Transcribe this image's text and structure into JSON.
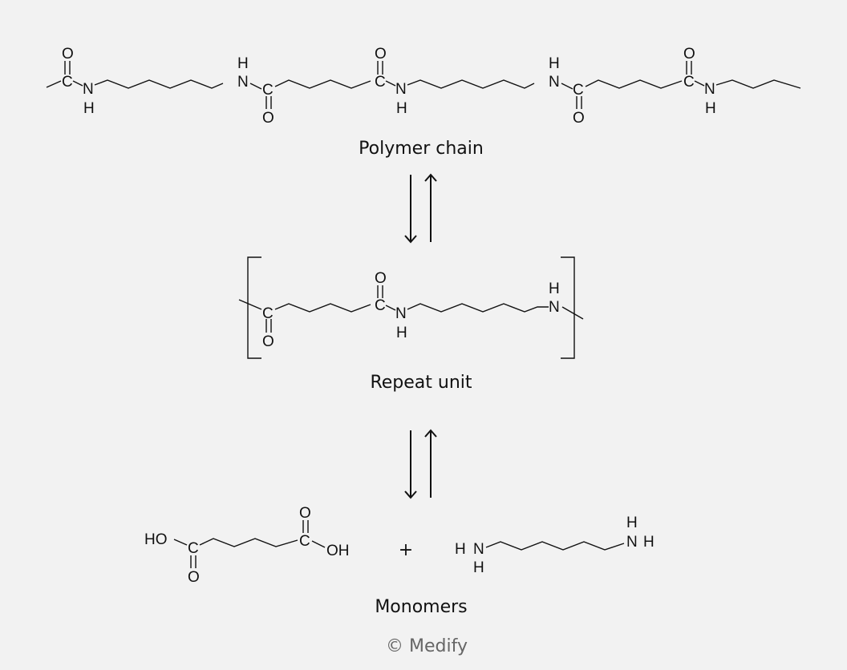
{
  "captions": {
    "polymer": "Polymer chain",
    "repeat": "Repeat unit",
    "monomers": "Monomers"
  },
  "plus": "+",
  "credit": "© Medify",
  "atoms": {
    "O": "O",
    "C": "C",
    "N": "N",
    "H": "H",
    "HO": "HO",
    "OH": "OH"
  }
}
